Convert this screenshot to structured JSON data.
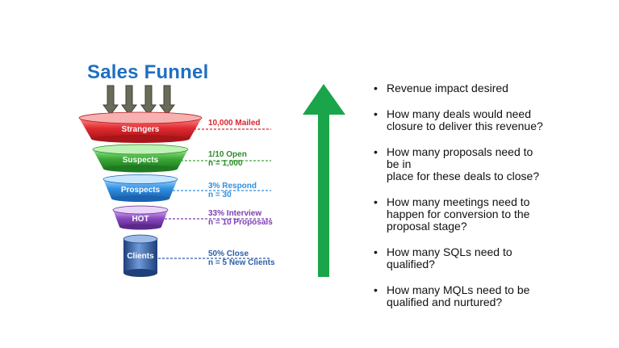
{
  "funnel": {
    "title": "Sales Funnel",
    "stages": [
      {
        "label": "Strangers",
        "annot_line1": "10,000 Mailed",
        "annot_line2": ""
      },
      {
        "label": "Suspects",
        "annot_line1": "1/10 Open",
        "annot_line2": "n = 1,000"
      },
      {
        "label": "Prospects",
        "annot_line1": "3% Respond",
        "annot_line2": "n = 30"
      },
      {
        "label": "HOT",
        "annot_line1": "33% Interview",
        "annot_line2": "n = 10 Proposals"
      },
      {
        "label": "Clients",
        "annot_line1": "50% Close",
        "annot_line2": "n = 5 New Clients"
      }
    ],
    "colors": {
      "strangers": "#d9262b",
      "suspects": "#3aa936",
      "prospects": "#2f8fe0",
      "hot": "#7c3fb0",
      "clients": "#2f5ea8",
      "title": "#1f6fc1"
    }
  },
  "arrow": {
    "color": "#1aa54a"
  },
  "questions": [
    {
      "lines": [
        "Revenue impact desired"
      ]
    },
    {
      "lines": [
        "How many deals would need",
        "closure to deliver this revenue?"
      ]
    },
    {
      "lines": [
        "How many proposals need to",
        "be in",
        "place for these deals to close?"
      ]
    },
    {
      "lines": [
        "How many meetings need to",
        "happen for conversion to the",
        "proposal stage?"
      ]
    },
    {
      "lines": [
        "How many SQLs need to",
        "qualified?"
      ]
    },
    {
      "lines": [
        "How many MQLs need to be",
        "qualified and nurtured?"
      ]
    }
  ]
}
